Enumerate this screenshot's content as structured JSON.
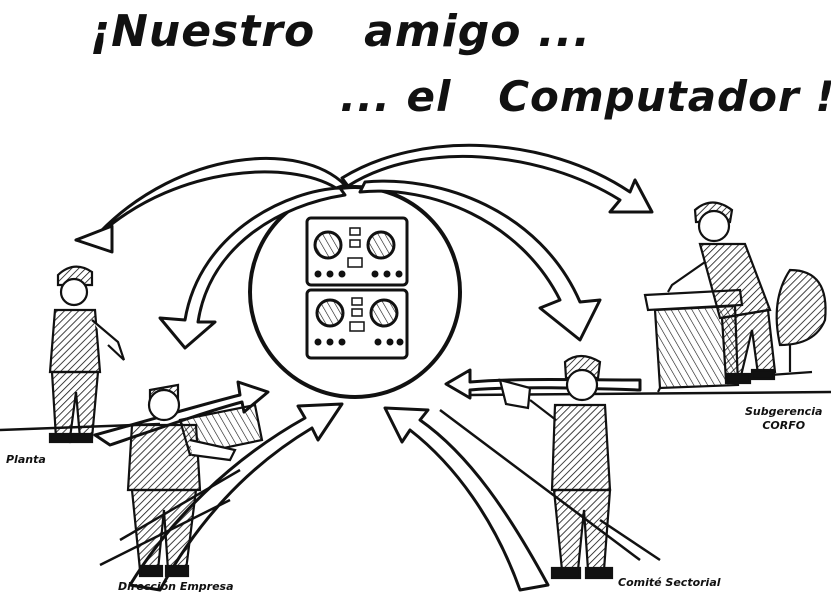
{
  "title": {
    "line1": "¡Nuestro   amigo ...",
    "line2": "... el   Computador !"
  },
  "labels": {
    "planta": "Planta",
    "direccion_empresa": "Dirección Empresa",
    "comite_sectorial": "Comité  Sectorial",
    "subgerencia": "Subgerencia",
    "corfo": "CORFO"
  },
  "colors": {
    "ink": "#111111",
    "paper": "#ffffff"
  }
}
